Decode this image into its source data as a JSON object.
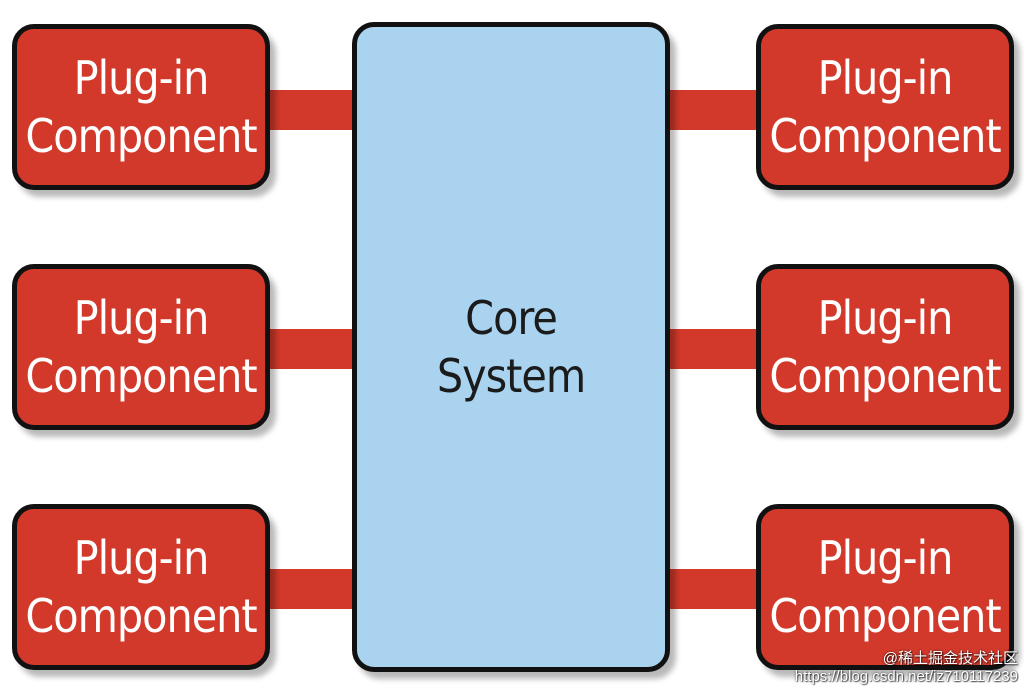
{
  "plugins": [
    {
      "line1": "Plug-in",
      "line2": "Component"
    },
    {
      "line1": "Plug-in",
      "line2": "Component"
    },
    {
      "line1": "Plug-in",
      "line2": "Component"
    },
    {
      "line1": "Plug-in",
      "line2": "Component"
    },
    {
      "line1": "Plug-in",
      "line2": "Component"
    },
    {
      "line1": "Plug-in",
      "line2": "Component"
    }
  ],
  "core": {
    "line1": "Core",
    "line2": "System"
  },
  "watermark": {
    "brand": "@稀土掘金技术社区",
    "url": "https://blog.csdn.net/iz710117239"
  },
  "colors": {
    "plugin_fill": "#d3392b",
    "core_fill": "#a9d3ee",
    "border": "#111111"
  }
}
